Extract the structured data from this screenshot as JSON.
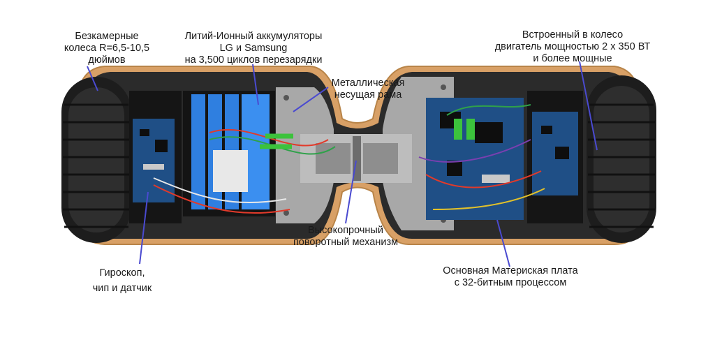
{
  "labels": {
    "tires": [
      "Безкамерные",
      "колеса R=6,5-10,5",
      "дюймов"
    ],
    "battery": [
      "Литий-Ионный аккумуляторы",
      "LG и Samsung",
      "на 3,500 циклов перезарядки"
    ],
    "frame": [
      "Металлическая",
      "несущая рама"
    ],
    "motor": [
      "Встроенный в колесо",
      "двигатель мощностью 2 х 350 ВТ",
      "и более мощные"
    ],
    "gyro": [
      "Гироскоп,",
      "чип и датчик"
    ],
    "pivot": [
      "Высокопрочный",
      "поворотный механизм"
    ],
    "mainboard": [
      "Основная Материская плата",
      "с 32-битным процессом"
    ]
  },
  "colors": {
    "shell": "#d8a066",
    "tire": "#1d1d1d",
    "board": "#1f4f86",
    "frame": "#a8a8a8",
    "pointer": "#4a4ad0",
    "battery": "#2f7fe0",
    "connector": "#3cc23c"
  }
}
